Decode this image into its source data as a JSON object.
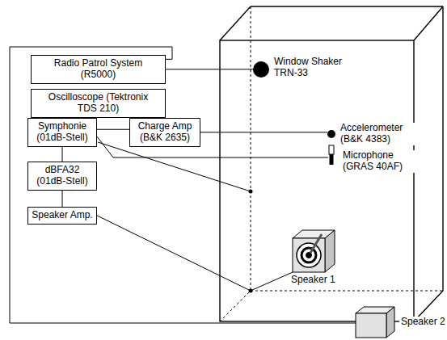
{
  "diagram": {
    "nodes": [
      {
        "text": [
          "Radio Patrol System (R5000)"
        ]
      },
      {
        "text": [
          "Oscilloscope (Tektronix TDS 210)"
        ]
      },
      {
        "text": [
          "Charge Amp (B&K 2635)"
        ]
      },
      {
        "text": [
          "Symphonie (01dB-Stell)"
        ]
      },
      {
        "text": [
          "dBFA32 (01dB-Stell)"
        ]
      },
      {
        "text": [
          "Speaker Amp."
        ]
      },
      {
        "text": [
          "Window Shaker TRN-33"
        ]
      },
      {
        "text": [
          "Accelerometer (B&K 4383)"
        ]
      },
      {
        "text": [
          "Microphone (GRAS 40AF)"
        ]
      },
      {
        "text": [
          "Speaker 1"
        ]
      },
      {
        "text": [
          "Speaker 2"
        ]
      }
    ],
    "edges": [
      {
        "from": 0,
        "to": 6,
        "arrow": "none"
      },
      {
        "from": 0,
        "to": 10,
        "arrow": "none"
      },
      {
        "from": 1,
        "to": 2,
        "arrow": "none"
      },
      {
        "from": 2,
        "to": 7,
        "arrow": "none"
      },
      {
        "from": 3,
        "to": 2,
        "arrow": "none"
      },
      {
        "from": 3,
        "to": 8,
        "arrow": "none"
      },
      {
        "from": 3,
        "to": 4,
        "arrow": "none"
      },
      {
        "from": 4,
        "to": 5,
        "arrow": "none"
      },
      {
        "from": 5,
        "to": 9,
        "arrow": "none"
      }
    ]
  }
}
